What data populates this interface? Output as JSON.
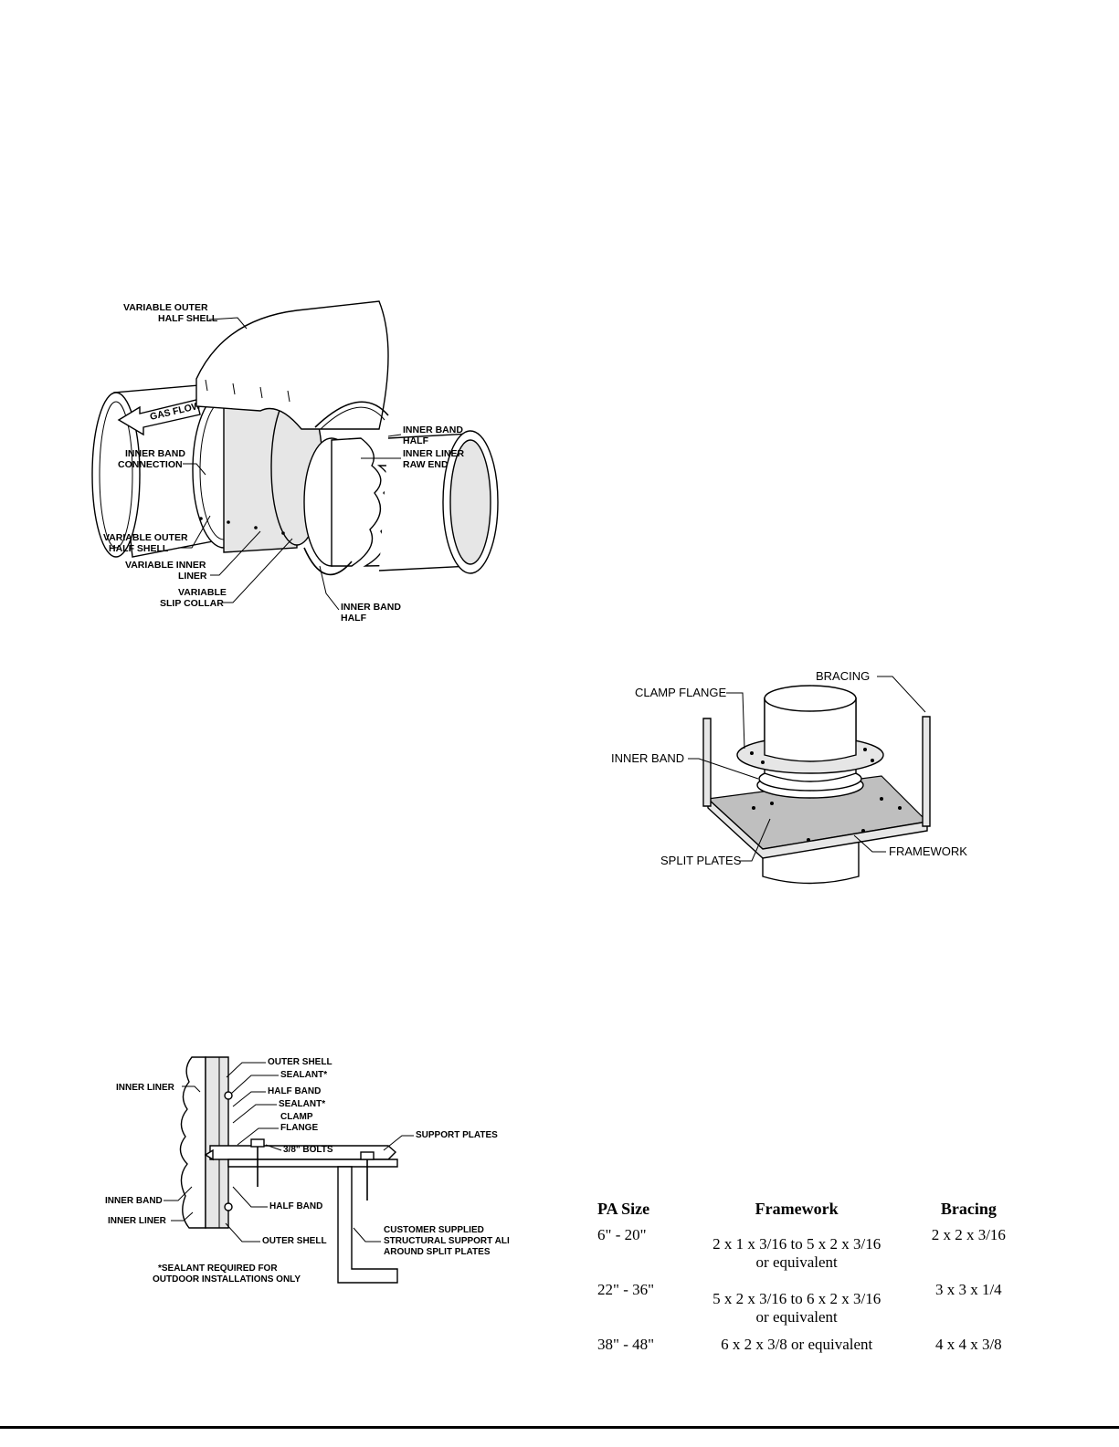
{
  "figure1": {
    "labels": {
      "outer_half_shell_top_1": "VARIABLE OUTER",
      "outer_half_shell_top_2": "HALF SHELL",
      "gas_flow": "GAS FLOW",
      "inner_band_half_top_1": "INNER BAND",
      "inner_band_half_top_2": "HALF",
      "inner_liner_raw_end_1": "INNER LINER",
      "inner_liner_raw_end_2": "RAW END",
      "inner_band_connection_1": "INNER BAND",
      "inner_band_connection_2": "CONNECTION",
      "outer_half_shell_bottom_1": "VARIABLE OUTER",
      "outer_half_shell_bottom_2": "HALF SHELL",
      "inner_liner_1": "VARIABLE INNER",
      "inner_liner_2": "LINER",
      "slip_collar_1": "VARIABLE",
      "slip_collar_2": "SLIP COLLAR",
      "inner_band_half_bottom_1": "INNER BAND",
      "inner_band_half_bottom_2": "HALF"
    }
  },
  "figure2": {
    "labels": {
      "bracing": "BRACING",
      "clamp_flange": "CLAMP FLANGE",
      "inner_band": "INNER BAND",
      "split_plates": "SPLIT PLATES",
      "framework": "FRAMEWORK"
    }
  },
  "figure3": {
    "labels": {
      "outer_shell_top": "OUTER SHELL",
      "sealant_1": "SEALANT*",
      "inner_liner_top": "INNER LINER",
      "half_band_top": "HALF BAND",
      "sealant_2": "SEALANT*",
      "clamp_1": "CLAMP",
      "clamp_2": "FLANGE",
      "bolts": "3/8\" BOLTS",
      "support_plates": "SUPPORT PLATES",
      "inner_band": "INNER BAND",
      "inner_liner_bottom": "INNER LINER",
      "half_band_bottom": "HALF BAND",
      "outer_shell_bottom": "OUTER SHELL",
      "customer_1": "CUSTOMER SUPPLIED",
      "customer_2": "STRUCTURAL SUPPORT ALI",
      "customer_3": "AROUND SPLIT PLATES",
      "note_1": "*SEALANT REQUIRED FOR",
      "note_2": "OUTDOOR INSTALLATIONS ONLY"
    }
  },
  "table": {
    "headers": [
      "PA Size",
      "Framework",
      "Bracing"
    ],
    "rows": [
      {
        "size": "6\" -   20\"",
        "framework_1": "2 x 1 x 3/16 to 5 x 2 x 3/16",
        "framework_2": "or equivalent",
        "bracing": "2 x 2 x 3/16"
      },
      {
        "size": "22\" - 36\"",
        "framework_1": "5 x 2 x 3/16 to 6 x 2 x 3/16",
        "framework_2": "or equivalent",
        "bracing": "3 x 3 x 1/4"
      },
      {
        "size": "38\" - 48\"",
        "framework_1": "6 x 2 x 3/8 or equivalent",
        "framework_2": "",
        "bracing": "4 x 4 x 3/8"
      }
    ]
  }
}
